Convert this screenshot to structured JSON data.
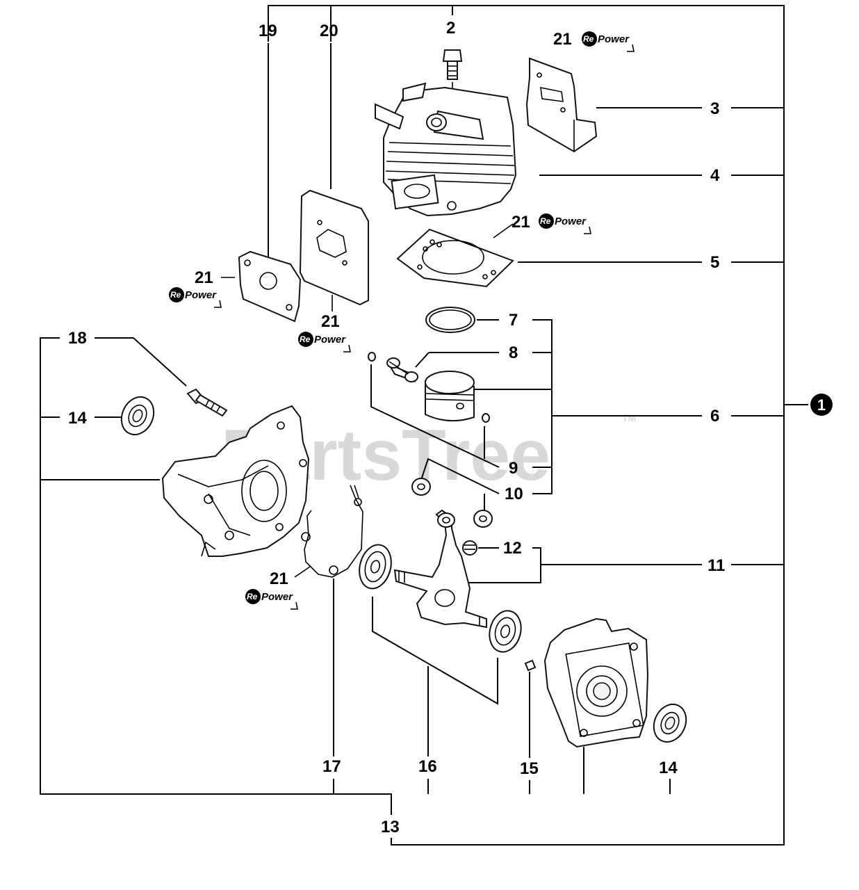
{
  "watermark": {
    "text": "PartsTree",
    "tm": "TM"
  },
  "repower": {
    "re": "Re",
    "power": "Power"
  },
  "assembly_marker": "1",
  "callouts": {
    "c19": "19",
    "c20": "20",
    "c2": "2",
    "c21_top": "21",
    "c3": "3",
    "c4": "4",
    "c21_cyl": "21",
    "c5": "5",
    "c21_gasket": "21",
    "c21_mid": "21",
    "c7": "7",
    "c8": "8",
    "c6": "6",
    "c9": "9",
    "c10": "10",
    "c18": "18",
    "c14_left": "14",
    "c12": "12",
    "c11": "11",
    "c21_low": "21",
    "c17": "17",
    "c16": "16",
    "c15": "15",
    "c14_right": "14",
    "c13": "13"
  }
}
